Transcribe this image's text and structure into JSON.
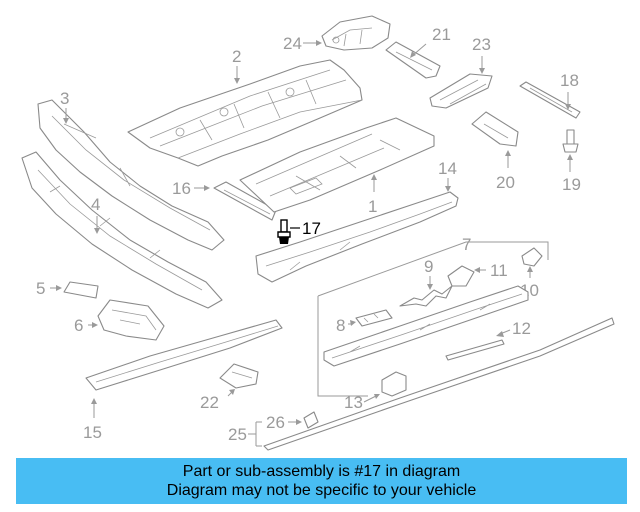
{
  "callouts": {
    "c1": "1",
    "c2": "2",
    "c3": "3",
    "c4": "4",
    "c5": "5",
    "c6": "6",
    "c7": "7",
    "c8": "8",
    "c9": "9",
    "c10": "10",
    "c11": "11",
    "c12": "12",
    "c13": "13",
    "c14": "14",
    "c15": "15",
    "c16": "16",
    "c17": "17",
    "c18": "18",
    "c19": "19",
    "c20": "20",
    "c21": "21",
    "c22": "22",
    "c23": "23",
    "c24": "24",
    "c25": "25",
    "c26": "26"
  },
  "highlight_part": "17",
  "banner": {
    "line1": "Part or sub-assembly is #17 in diagram",
    "line2": "Diagram may not be specific to your vehicle"
  },
  "colors": {
    "banner_bg": "#48bdf3",
    "line_art": "#8a8a8a",
    "highlight": "#000000"
  }
}
